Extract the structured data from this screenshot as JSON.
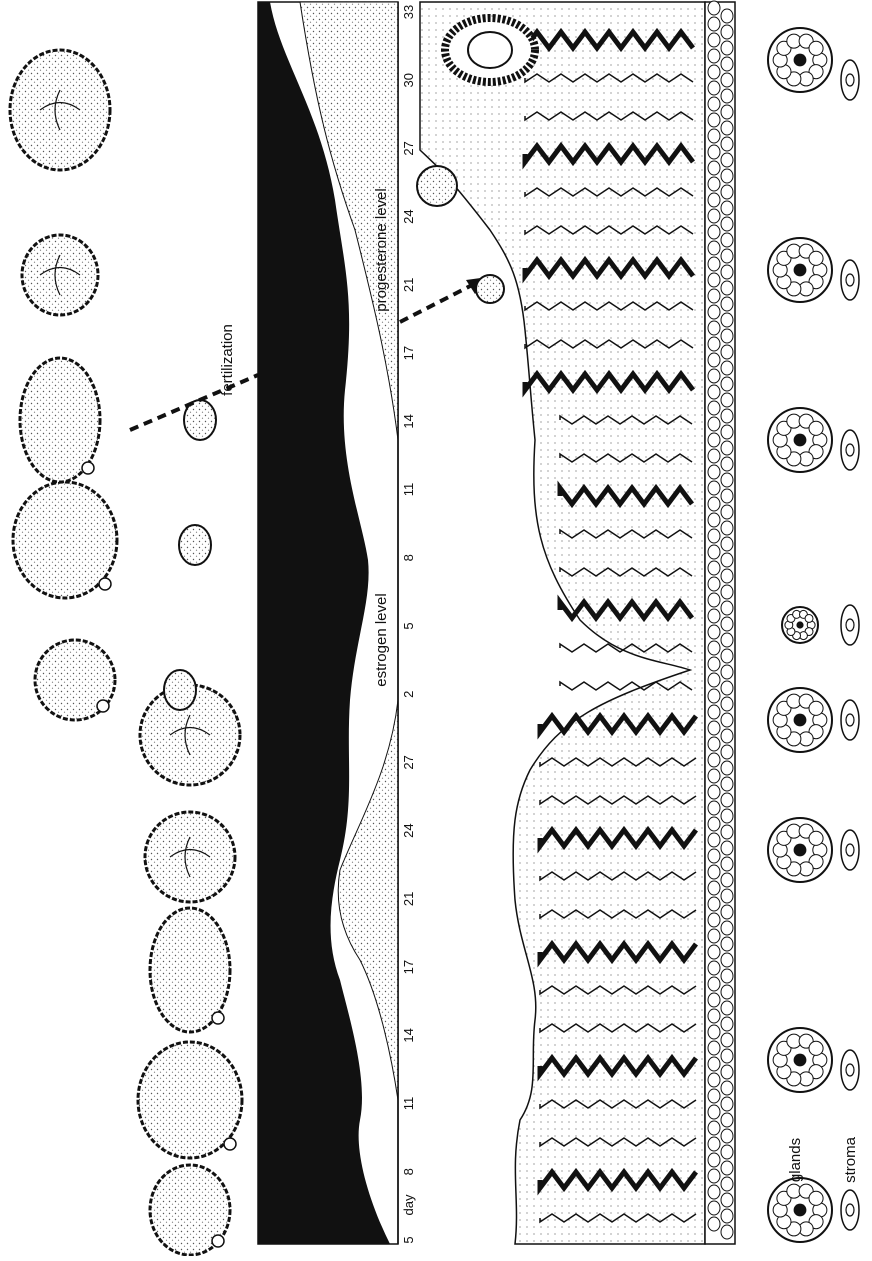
{
  "ink_color": "#111111",
  "tissue_color": "#c8c8c8",
  "hormone_stipple_color": "#9a9a9a",
  "labels": {
    "day": "day",
    "fertilization": "fertilization",
    "estrogen": "estrogen level",
    "progesterone": "progesterone level",
    "glands": "glands",
    "stroma": "stroma"
  },
  "days": [
    "5",
    "8",
    "11",
    "14",
    "17",
    "21",
    "24",
    "27",
    "2",
    "5",
    "8",
    "11",
    "14",
    "17",
    "21",
    "24",
    "27",
    "30",
    "33"
  ],
  "ovary_stages": [
    "follicle",
    "growing-follicle",
    "ovulating-follicle",
    "corpus-luteum",
    "regressing-corpus-luteum",
    "follicle",
    "growing-follicle",
    "ovulating-follicle-fertilized",
    "corpus-luteum",
    "corpus-luteum-of-pregnancy"
  ],
  "histology_columns": [
    "glands",
    "stroma"
  ]
}
